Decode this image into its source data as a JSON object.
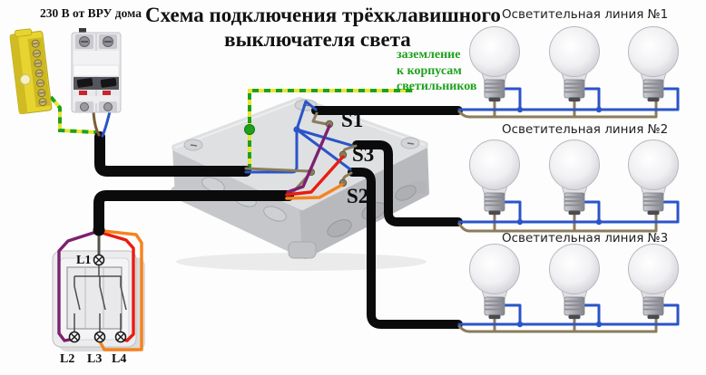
{
  "title": {
    "line1": "Схема подключения трёхклавишного",
    "line2": "выключателя света"
  },
  "source_label": "230 В от ВРУ дома",
  "grounding_note": {
    "line1": "заземление",
    "line2": "к корпусам",
    "line3": "светильников"
  },
  "junction_terminals": {
    "s1": "S1",
    "s3": "S3",
    "s2": "S2"
  },
  "switch_terminals": {
    "l1": "L1",
    "l2": "L2",
    "l3": "L3",
    "l4": "L4"
  },
  "lighting_lines": [
    {
      "label": "Осветительная линия №1",
      "bulb_count": 3
    },
    {
      "label": "Осветительная линия №2",
      "bulb_count": 3
    },
    {
      "label": "Осветительная линия №3",
      "bulb_count": 3
    }
  ],
  "colors": {
    "cable_black": "#0b0b0b",
    "neutral_wire_blue": "#2a54c8",
    "lamp_phase_wire_brown": "#8b7c5c",
    "switch_wire_purple": "#7c2170",
    "switch_wire_red": "#e81d10",
    "switch_wire_orange": "#f5831e",
    "ground_wire_yellow": "#e7e532",
    "ground_wire_green": "#1da11d",
    "breaker_feed_brown": "#7a5c38",
    "grounding_text_green": "#1ea11e"
  }
}
